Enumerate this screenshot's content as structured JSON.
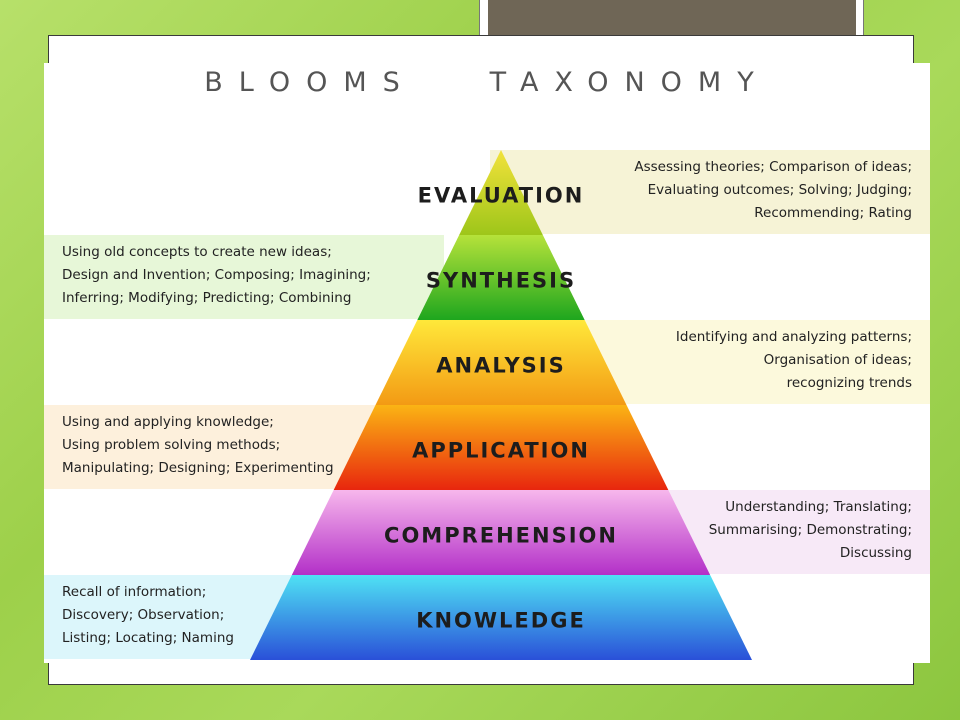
{
  "title": "BLOOMS   TAXONOMY",
  "levels": [
    {
      "name": "EVALUATION",
      "side": "right",
      "band_color": "#f6f3d6",
      "lines": [
        "Assessing theories; Comparison of ideas;",
        "Evaluating outcomes; Solving; Judging;",
        "Recommending; Rating"
      ]
    },
    {
      "name": "SYNTHESIS",
      "side": "left",
      "band_color": "#e7f7d8",
      "lines": [
        "Using old concepts to create new ideas;",
        "Design and Invention; Composing; Imagining;",
        "Inferring; Modifying; Predicting; Combining"
      ]
    },
    {
      "name": "ANALYSIS",
      "side": "right",
      "band_color": "#fcf9dc",
      "lines": [
        "Identifying and analyzing patterns;",
        "Organisation of ideas;",
        "recognizing trends"
      ]
    },
    {
      "name": "APPLICATION",
      "side": "left",
      "band_color": "#fdf0dc",
      "lines": [
        "Using and applying knowledge;",
        "Using problem solving methods;",
        "Manipulating; Designing; Experimenting"
      ]
    },
    {
      "name": "COMPREHENSION",
      "side": "right",
      "band_color": "#f7e9f7",
      "lines": [
        "Understanding; Translating;",
        "Summarising; Demonstrating;",
        "Discussing"
      ]
    },
    {
      "name": "KNOWLEDGE",
      "side": "left",
      "band_color": "#dcf6fb",
      "lines": [
        "Recall of information;",
        "Discovery; Observation;",
        "Listing; Locating; Naming"
      ]
    }
  ],
  "gradients": [
    [
      "#f2e23a",
      "#9ec61a"
    ],
    [
      "#b6e23a",
      "#1ea61e"
    ],
    [
      "#ffe83a",
      "#f39a14"
    ],
    [
      "#fbb414",
      "#e8260e"
    ],
    [
      "#f7b7ec",
      "#b330c8"
    ],
    [
      "#4fe2f4",
      "#2a50d8"
    ]
  ]
}
